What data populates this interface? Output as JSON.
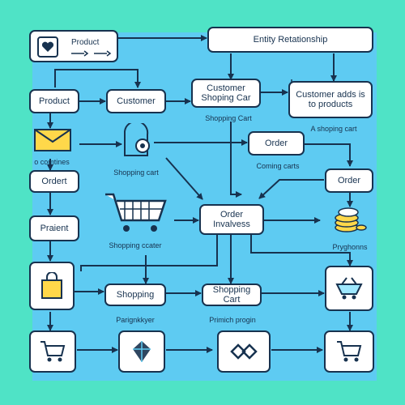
{
  "diagram": {
    "title": "Entity Retationship",
    "colors": {
      "outer": "#4fe3c6",
      "panel": "#5ecbf2",
      "ink": "#17324f",
      "box": "#ffffff"
    },
    "nodes": {
      "product_top": "Product",
      "product": "Product",
      "customer": "Customer",
      "customer_shopping": "Customer Shoping Car",
      "customer_adds": "Customer adds is to products",
      "order_mid": "Order",
      "order_right": "Order",
      "order_left": "Ordert",
      "order_invalvess": "Order Invalvess",
      "praient": "Praient",
      "shopping": "Shopping",
      "shopping_cart": "Shopping Cart"
    },
    "labels": {
      "shopping_cart_1": "Shopping Cart",
      "a_shoping_cart": "A shoping cart",
      "o_comtines": "o comtines",
      "shopping_cart_2": "Shopping cart",
      "coming_carts": "Coming carts",
      "shopping_ccater": "Shopping ccater",
      "pryghonns": "Pryghonns",
      "parignkkyer": "Parignkkyer",
      "primich_progin": "Primich progin"
    },
    "icons": [
      "heart-icon",
      "envelope-icon",
      "chat-bubble-icon",
      "shopping-cart-icon",
      "coin-stack-icon",
      "shopping-bag-icon",
      "basket-icon",
      "diamond-icon",
      "double-diamond-icon"
    ]
  }
}
